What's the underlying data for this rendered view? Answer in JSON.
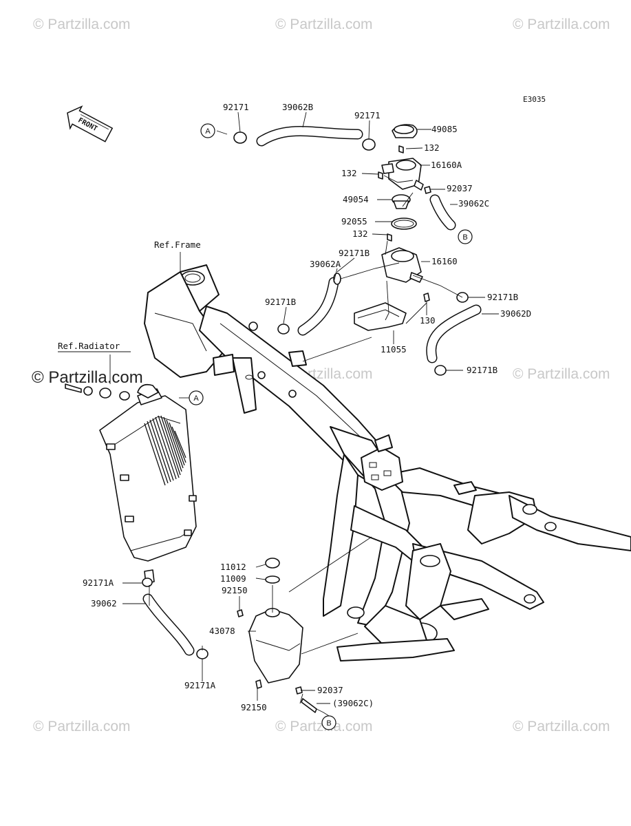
{
  "diagram_code": "E3035",
  "front_label": "FRONT",
  "watermarks": {
    "text": "© Partzilla.com",
    "emphasized_text": "© Partzilla.com"
  },
  "ref_labels": {
    "frame": "Ref.Frame",
    "radiator": "Ref.Radiator"
  },
  "connectors": {
    "a": "A",
    "b": "B"
  },
  "part_labels": {
    "p92171_top": "92171",
    "p39062B": "39062B",
    "p92171_top2": "92171",
    "p49085": "49085",
    "p132_a": "132",
    "p16160A": "16160A",
    "p132_b": "132",
    "p92037_top": "92037",
    "p49054": "49054",
    "p39062C": "39062C",
    "p92055": "92055",
    "p132_c": "132",
    "p92171B_a": "92171B",
    "p16160": "16160",
    "p39062A": "39062A",
    "p92171B_b": "92171B",
    "p92171B_c": "92171B",
    "p39062D": "39062D",
    "p130": "130",
    "p11055": "11055",
    "p92171B_d": "92171B",
    "p11012": "11012",
    "p11009": "11009",
    "p92150_a": "92150",
    "p92171A_a": "92171A",
    "p39062": "39062",
    "p43078": "43078",
    "p92037_bot": "92037",
    "p39062C_paren": "(39062C)",
    "p92150_b": "92150",
    "p92171A_b": "92171A"
  },
  "colors": {
    "ink": "#111111",
    "watermark": "#c8c8c8",
    "background": "#ffffff"
  }
}
